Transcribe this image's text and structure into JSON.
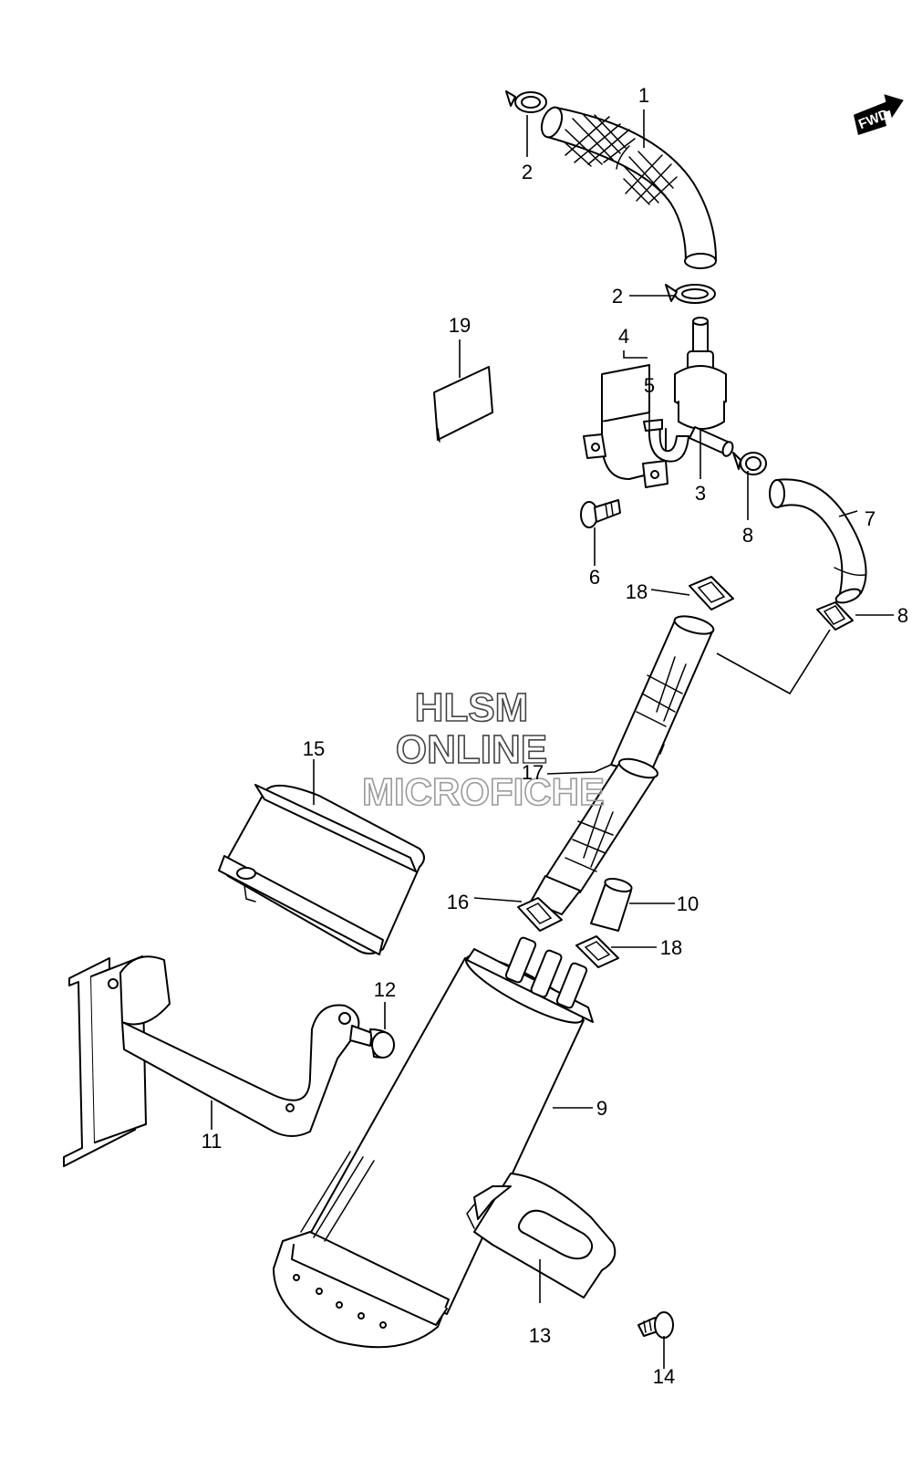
{
  "watermark": {
    "line1": "HLSM",
    "line2": "ONLINE",
    "line3": "MICROFICHE"
  },
  "direction_arrow": {
    "label": "FWD"
  },
  "callouts": {
    "c1": "1",
    "c2a": "2",
    "c2b": "2",
    "c3": "3",
    "c4": "4",
    "c5": "5",
    "c6": "6",
    "c7": "7",
    "c8a": "8",
    "c8b": "8",
    "c9": "9",
    "c10": "10",
    "c11": "11",
    "c12": "12",
    "c13": "13",
    "c14": "14",
    "c15": "15",
    "c16": "16",
    "c17": "17",
    "c18a": "18",
    "c18b": "18",
    "c19": "19"
  },
  "colors": {
    "line": "#000000",
    "background": "#ffffff",
    "watermark": "#444444"
  }
}
